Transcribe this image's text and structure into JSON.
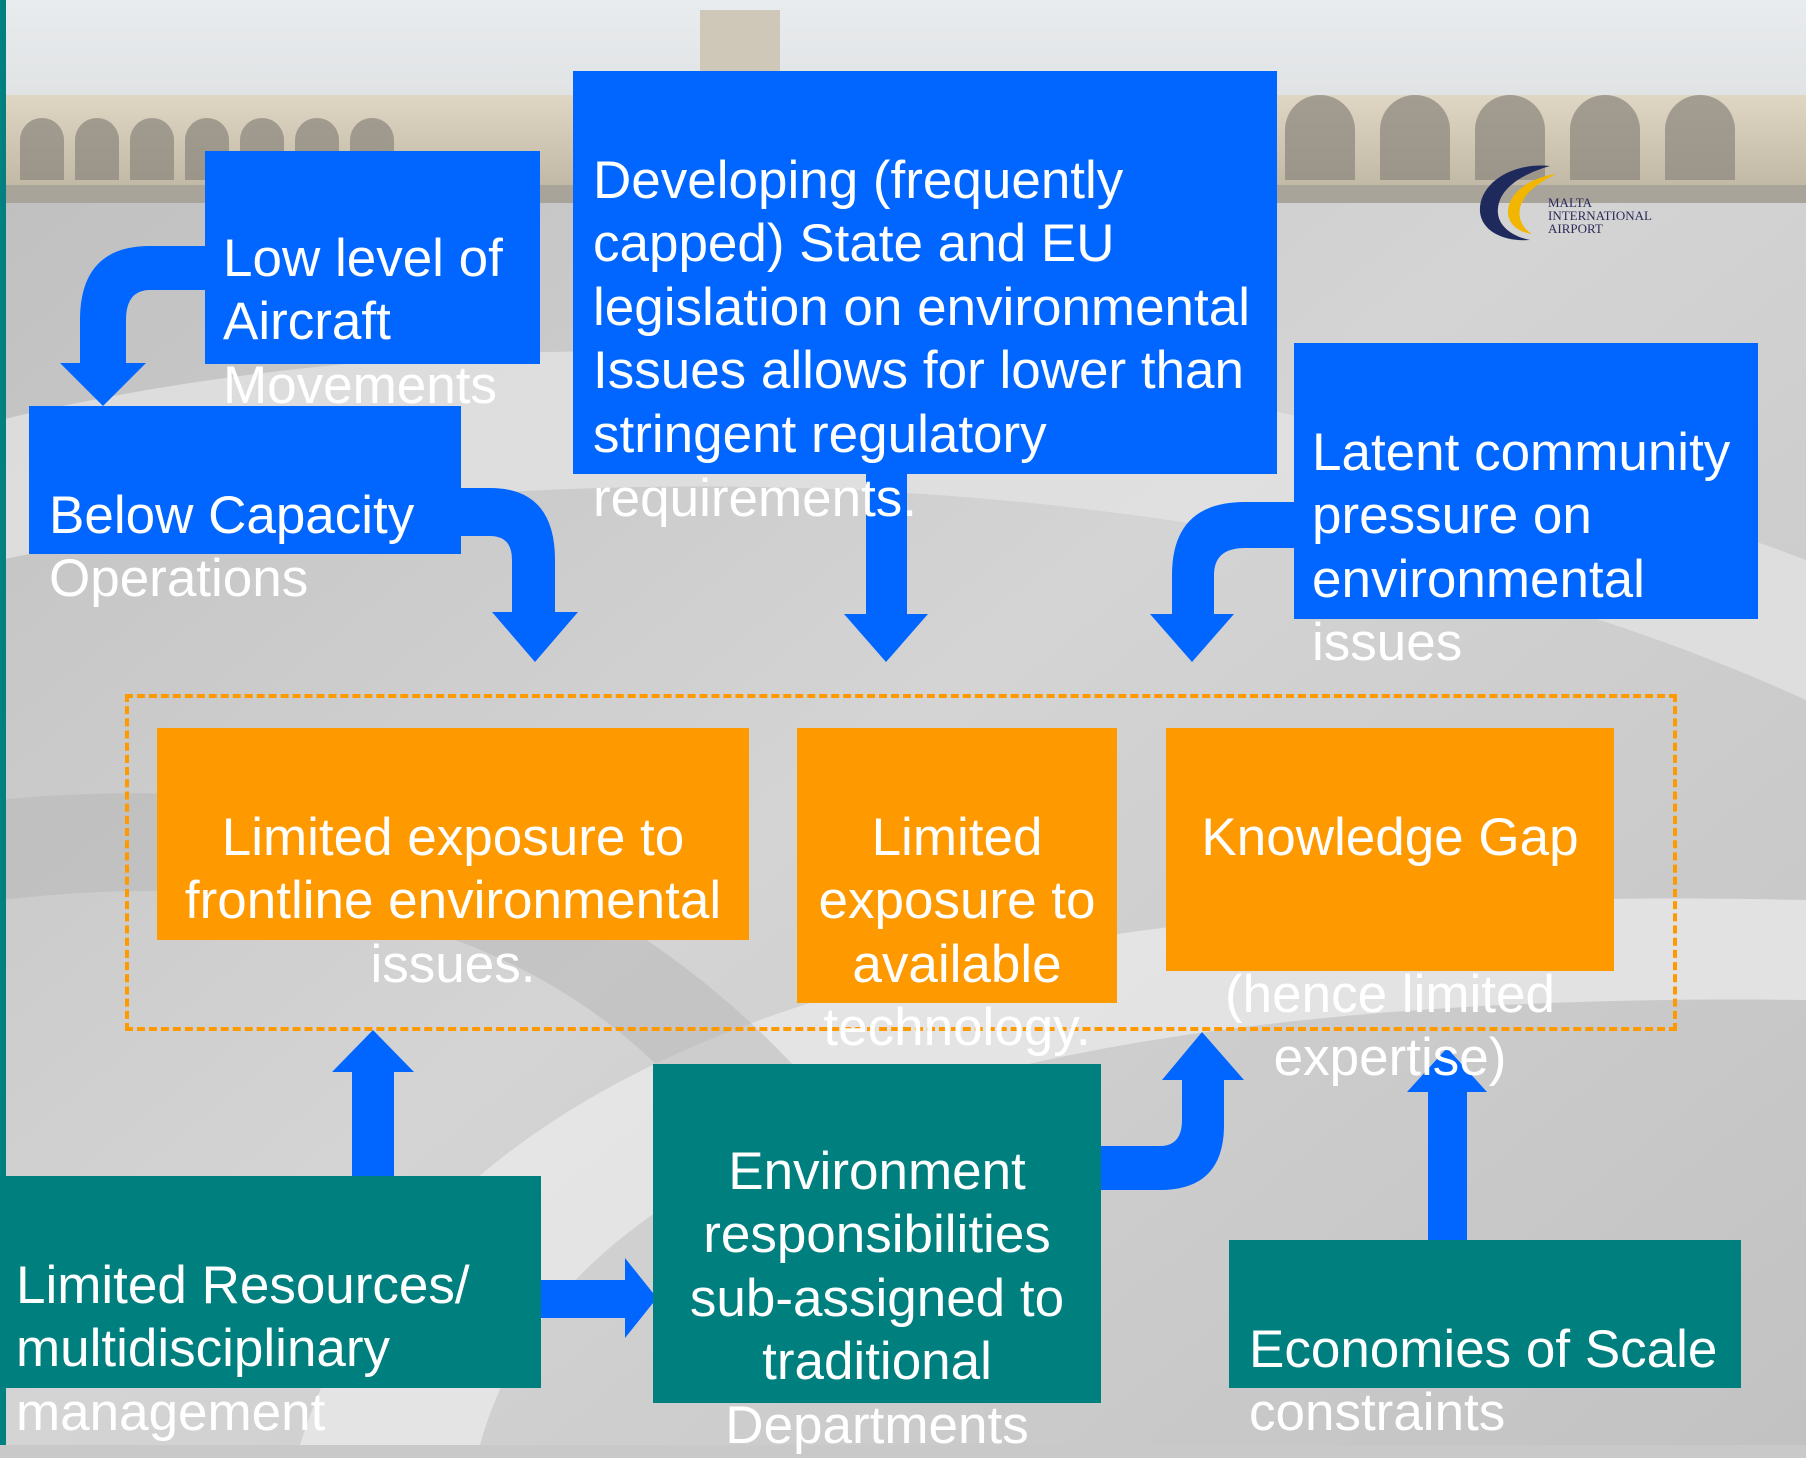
{
  "logo": {
    "text": "MALTA\nINTERNATIONAL\nAIRPORT"
  },
  "boxes": {
    "low_aircraft": "Low level of\nAircraft\nMovements",
    "below_capacity": "Below Capacity\nOperations",
    "legislation": "Developing (frequently\ncapped) State and EU\nlegislation on environmental\nIssues allows for lower than\nstringent regulatory\nrequirements.",
    "community": "Latent community\npressure on\nenvironmental\nissues",
    "exposure_frontline": "Limited exposure to\nfrontline environmental\nissues.",
    "exposure_tech": "Limited\nexposure to\navailable\ntechnology.",
    "knowledge_gap": "Knowledge Gap",
    "knowledge_gap_sub": "(hence limited\nexpertise)",
    "limited_resources": "Limited Resources/\nmultidisciplinary\nmanagement",
    "env_responsibilities": "Environment\nresponsibilities\nsub-assigned to\ntraditional\nDepartments",
    "economies": "Economies of Scale\nconstraints"
  },
  "colors": {
    "blue_box": "#0066ff",
    "orange_box": "#ff9900",
    "teal_box": "#007f7f",
    "arrow": "#0066ff",
    "dashed_border": "#ff9900"
  }
}
